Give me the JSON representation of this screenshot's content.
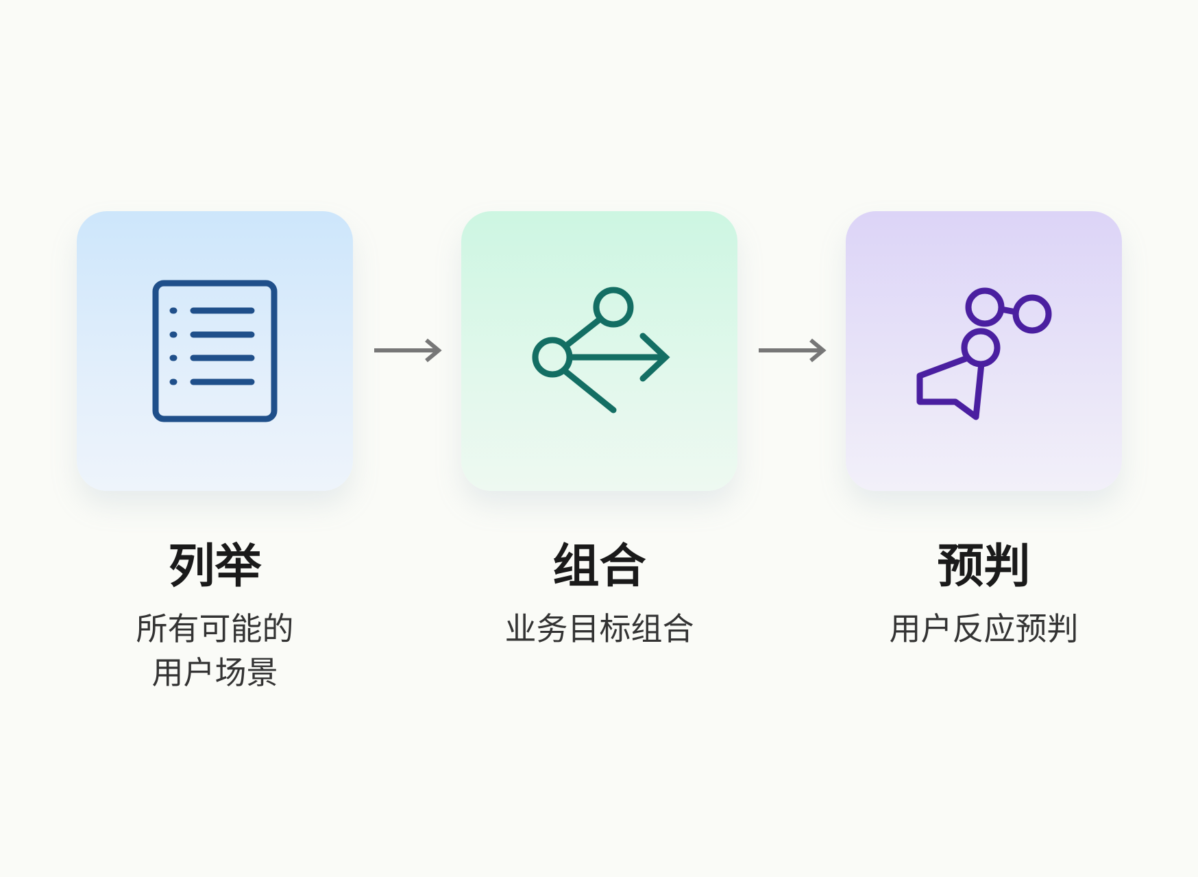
{
  "steps": [
    {
      "title": "列举",
      "subtitle_lines": [
        "所有可能的",
        "用户场景"
      ],
      "icon": "list-icon",
      "color": "#1f4f8a"
    },
    {
      "title": "组合",
      "subtitle_lines": [
        "业务目标组合"
      ],
      "icon": "share-arrow-icon",
      "color": "#136e63"
    },
    {
      "title": "预判",
      "subtitle_lines": [
        "用户反应预判"
      ],
      "icon": "nodes-chat-icon",
      "color": "#4a1fa0"
    }
  ],
  "arrow_color": "#777777"
}
